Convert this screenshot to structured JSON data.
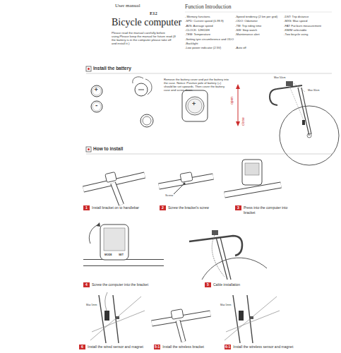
{
  "diagram": {
    "title": "Bicycle computer",
    "nodes": [
      {
        "text": [
          "1",
          "Install bracket on to handlebar"
        ]
      },
      {
        "text": [
          "2",
          "Screw the bracket's screw"
        ]
      },
      {
        "text": [
          "3",
          "Press into the computer into bracket"
        ]
      },
      {
        "text": [
          "4",
          "Screw the computer into the bracket"
        ]
      },
      {
        "text": [
          "5",
          "Cable installation"
        ]
      },
      {
        "text": [
          "6",
          "Install the wired sensor and magnet"
        ]
      },
      {
        "text": [
          "5-1",
          "Install the wireless bracket"
        ]
      },
      {
        "text": [
          "6-1",
          "Install the wireless sensor and magnet"
        ]
      }
    ],
    "labels": [
      "User manual",
      "E12",
      "Please read the manual carefully before using.Please keep the manual for future read.(If the battery is in the computer please take off and install it.)",
      "Function Introduction",
      "- Memory functions",
      "-Speed tendency (2 km per grid)",
      "-DST: Trip distance",
      "-SPD: Current speed (0-99.9)",
      "-ODO: Odometer",
      "-MXS: Max speed",
      "-AVS: Average speed",
      "-TM: Trip riding time",
      "-FAT: Fat burn measurement",
      "-CLOCK: 12H/24H",
      "-SW: Stop watch",
      "-KM/M selectable",
      "-TEM: Temperature",
      "-Maintenance alert",
      "-Two bicycle using",
      "-Setting tyre circumference and ODO",
      "-Backlight",
      "-Low power indicator (2.5V)",
      "-Auto off",
      "Install the battery",
      "Remove the battery cover and put the battery into the case. Notice: Positive pole of battery (+) should be set upwards. Then cover the battery case and screw down.",
      "+",
      "-",
      "+",
      "open",
      "close",
      "Max 50cm",
      "Max 30cm",
      "How to install",
      "Screw",
      "MODE",
      "SET",
      "Max 5mm",
      "Max 5mm"
    ]
  }
}
